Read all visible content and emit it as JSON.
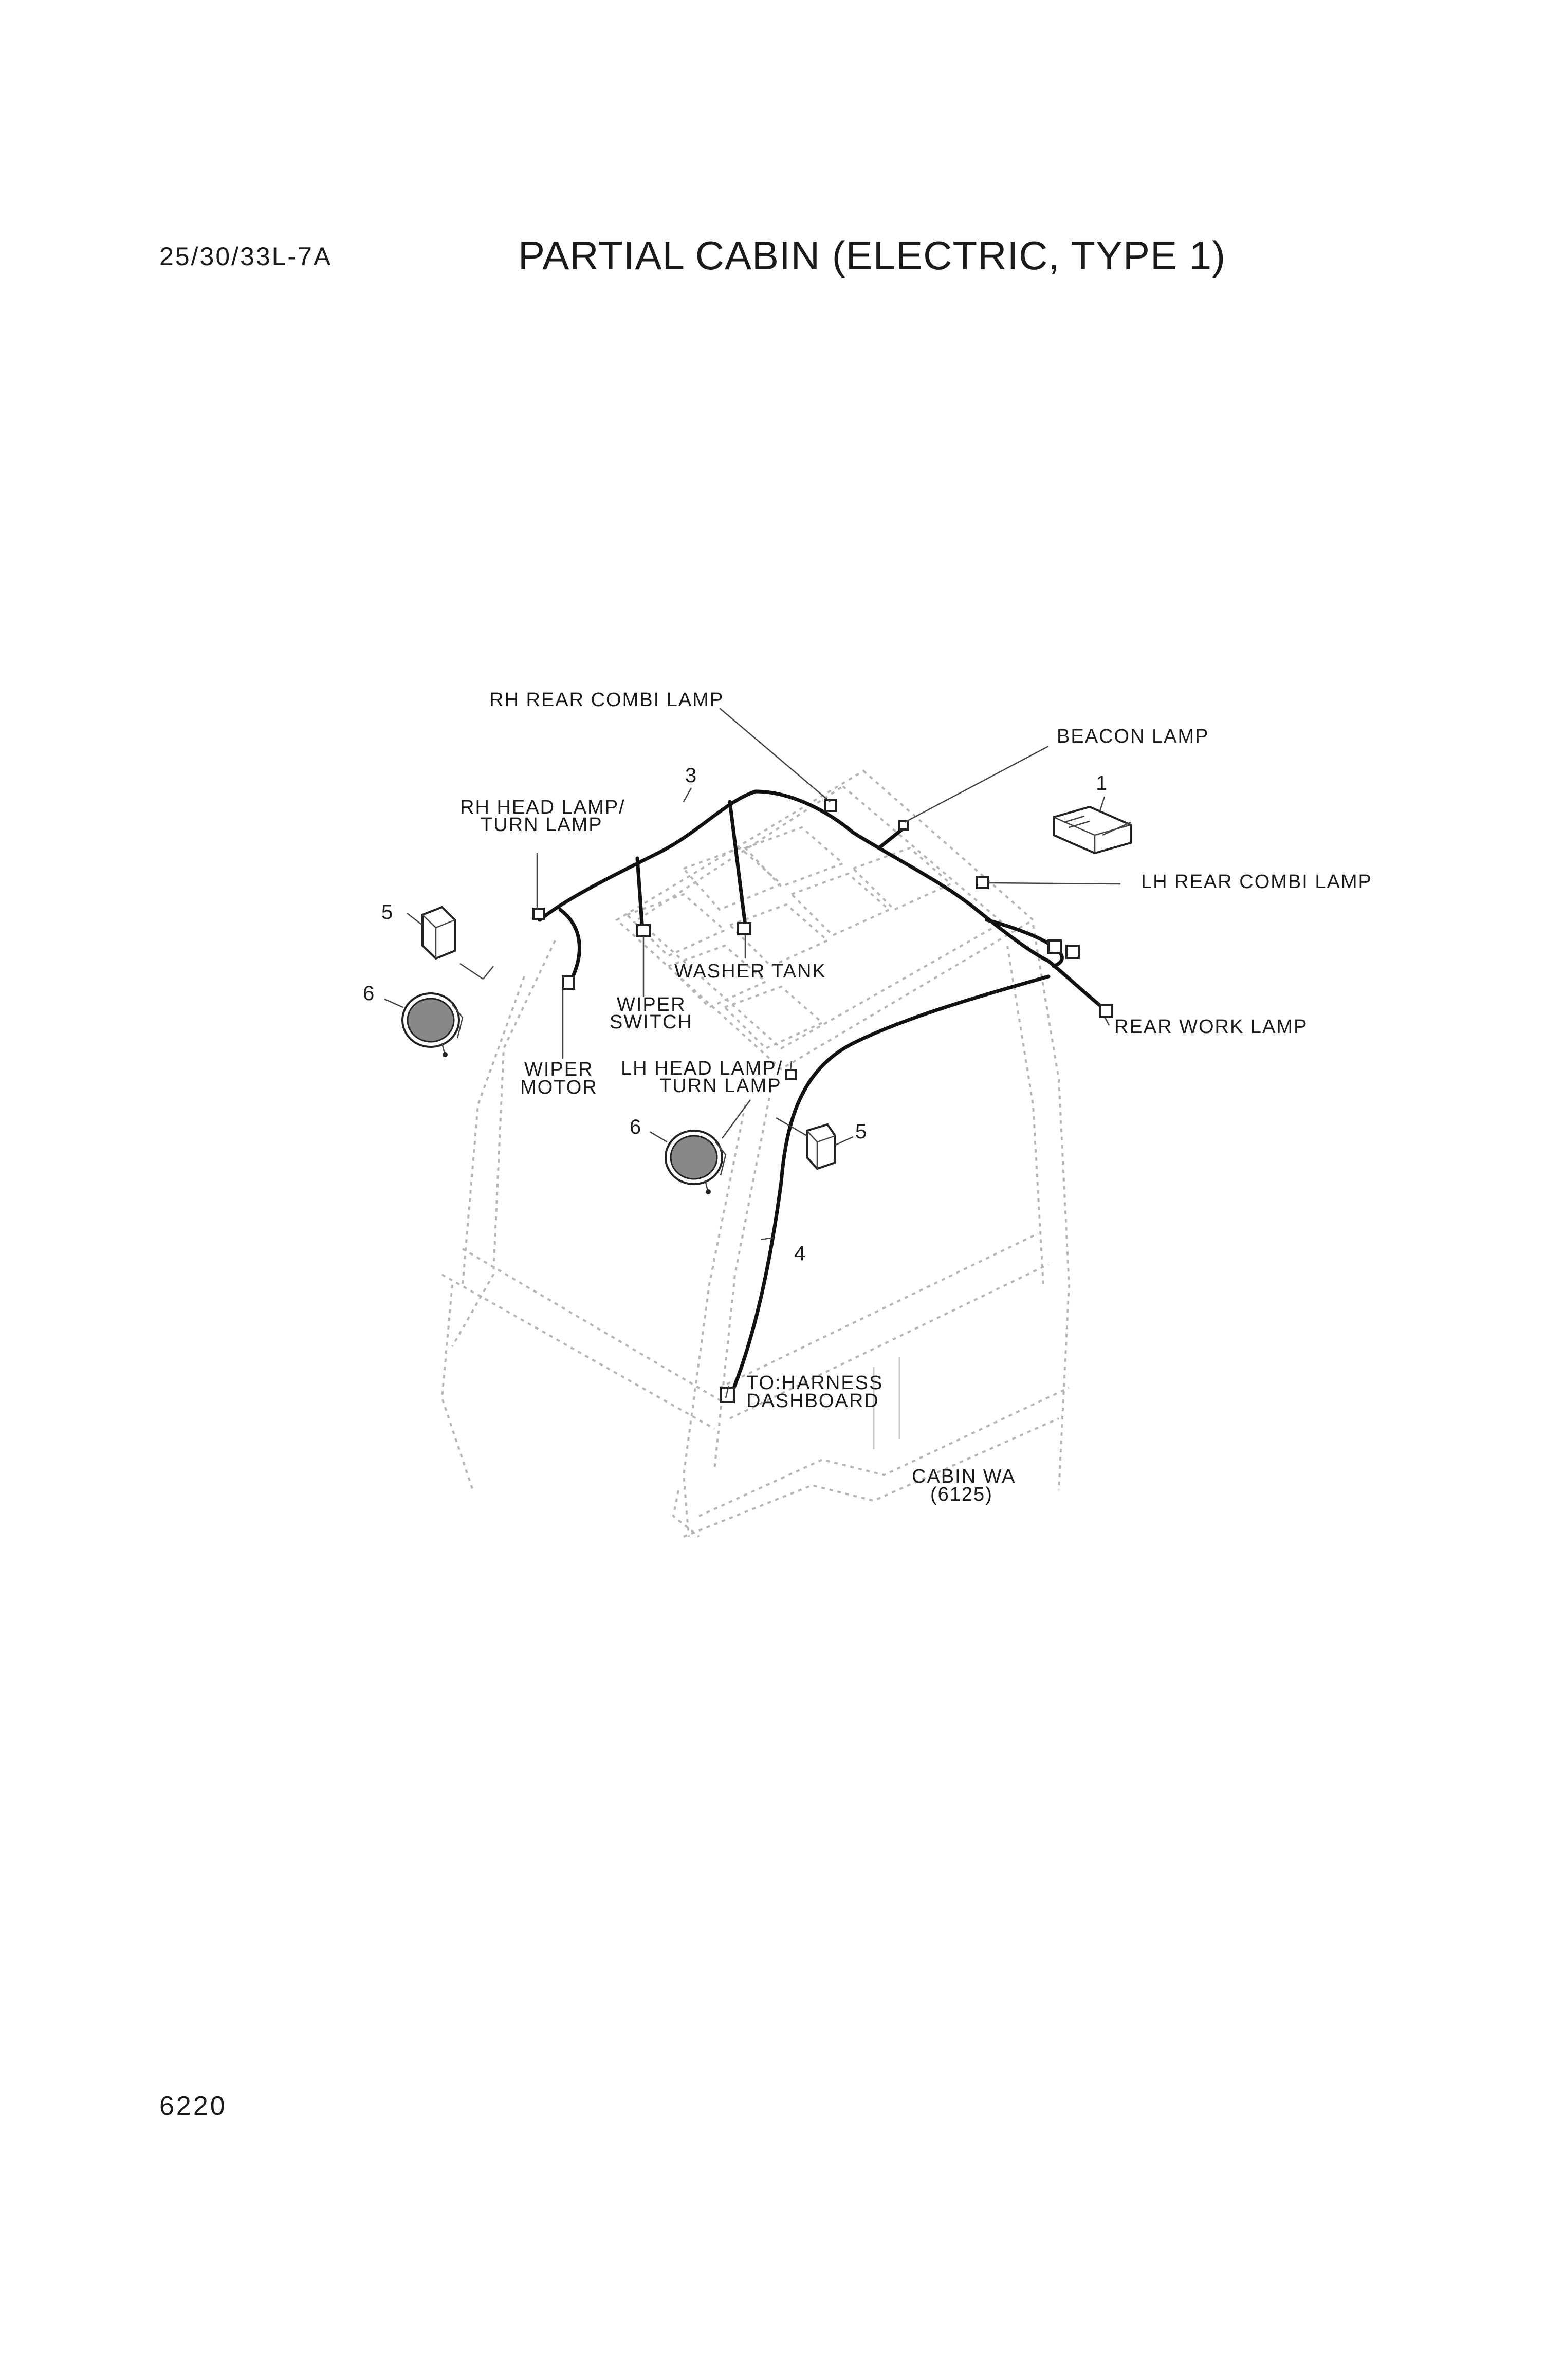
{
  "header": {
    "model": "25/30/33L-7A",
    "title": "PARTIAL CABIN (ELECTRIC, TYPE 1)"
  },
  "footer": {
    "page_number": "6220"
  },
  "labels": {
    "rh_rear_combi_lamp": "RH REAR COMBI LAMP",
    "beacon_lamp": "BEACON LAMP",
    "lh_rear_combi_lamp": "LH REAR COMBI LAMP",
    "rh_head_lamp_1": "RH HEAD LAMP/",
    "rh_head_lamp_2": "TURN LAMP",
    "washer_tank": "WASHER TANK",
    "wiper_switch_1": "WIPER",
    "wiper_switch_2": "SWITCH",
    "wiper_motor_1": "WIPER",
    "wiper_motor_2": "MOTOR",
    "lh_head_lamp_1": "LH HEAD LAMP/",
    "lh_head_lamp_2": "TURN LAMP",
    "rear_work_lamp": "REAR WORK LAMP",
    "to_harness_1": "TO:HARNESS",
    "to_harness_2": "DASHBOARD",
    "cabin_wa_1": "CABIN WA",
    "cabin_wa_2": "(6125)"
  },
  "callouts": {
    "n1": "1",
    "n3": "3",
    "n4": "4",
    "n5a": "5",
    "n5b": "5",
    "n6a": "6",
    "n6b": "6"
  }
}
